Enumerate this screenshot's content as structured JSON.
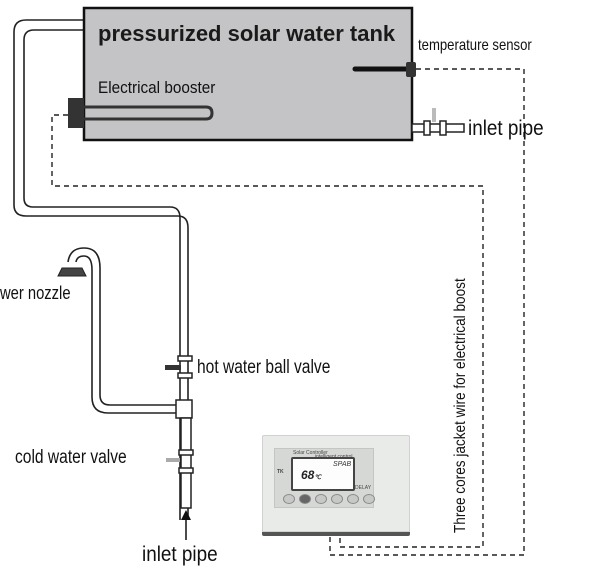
{
  "diagram": {
    "type": "solar water heater installation",
    "labels": {
      "tank": "pressurized solar water tank",
      "booster": "Electrical booster",
      "temperature_sensor": "temperature sensor",
      "inlet_pipe_top": "inlet pipe",
      "shower_nozzle": "wer nozzle",
      "hot_water_valve": "hot water ball valve",
      "cold_water_valve": "cold water valve",
      "inlet_pipe_bottom": "inlet pipe",
      "wire": "Three cores jacket wire for electrical boost"
    },
    "controller": {
      "title": "Solar Controller",
      "subtitle": "intelligent control",
      "left_label": "TK",
      "right_label": "DELAY",
      "display_temperature": "68",
      "display_unit": "℃",
      "display_status": "SPAB",
      "button_count": 6
    },
    "colors": {
      "tank_fill": "#c4c3c5",
      "line": "#111111",
      "background": "#ffffff"
    }
  }
}
